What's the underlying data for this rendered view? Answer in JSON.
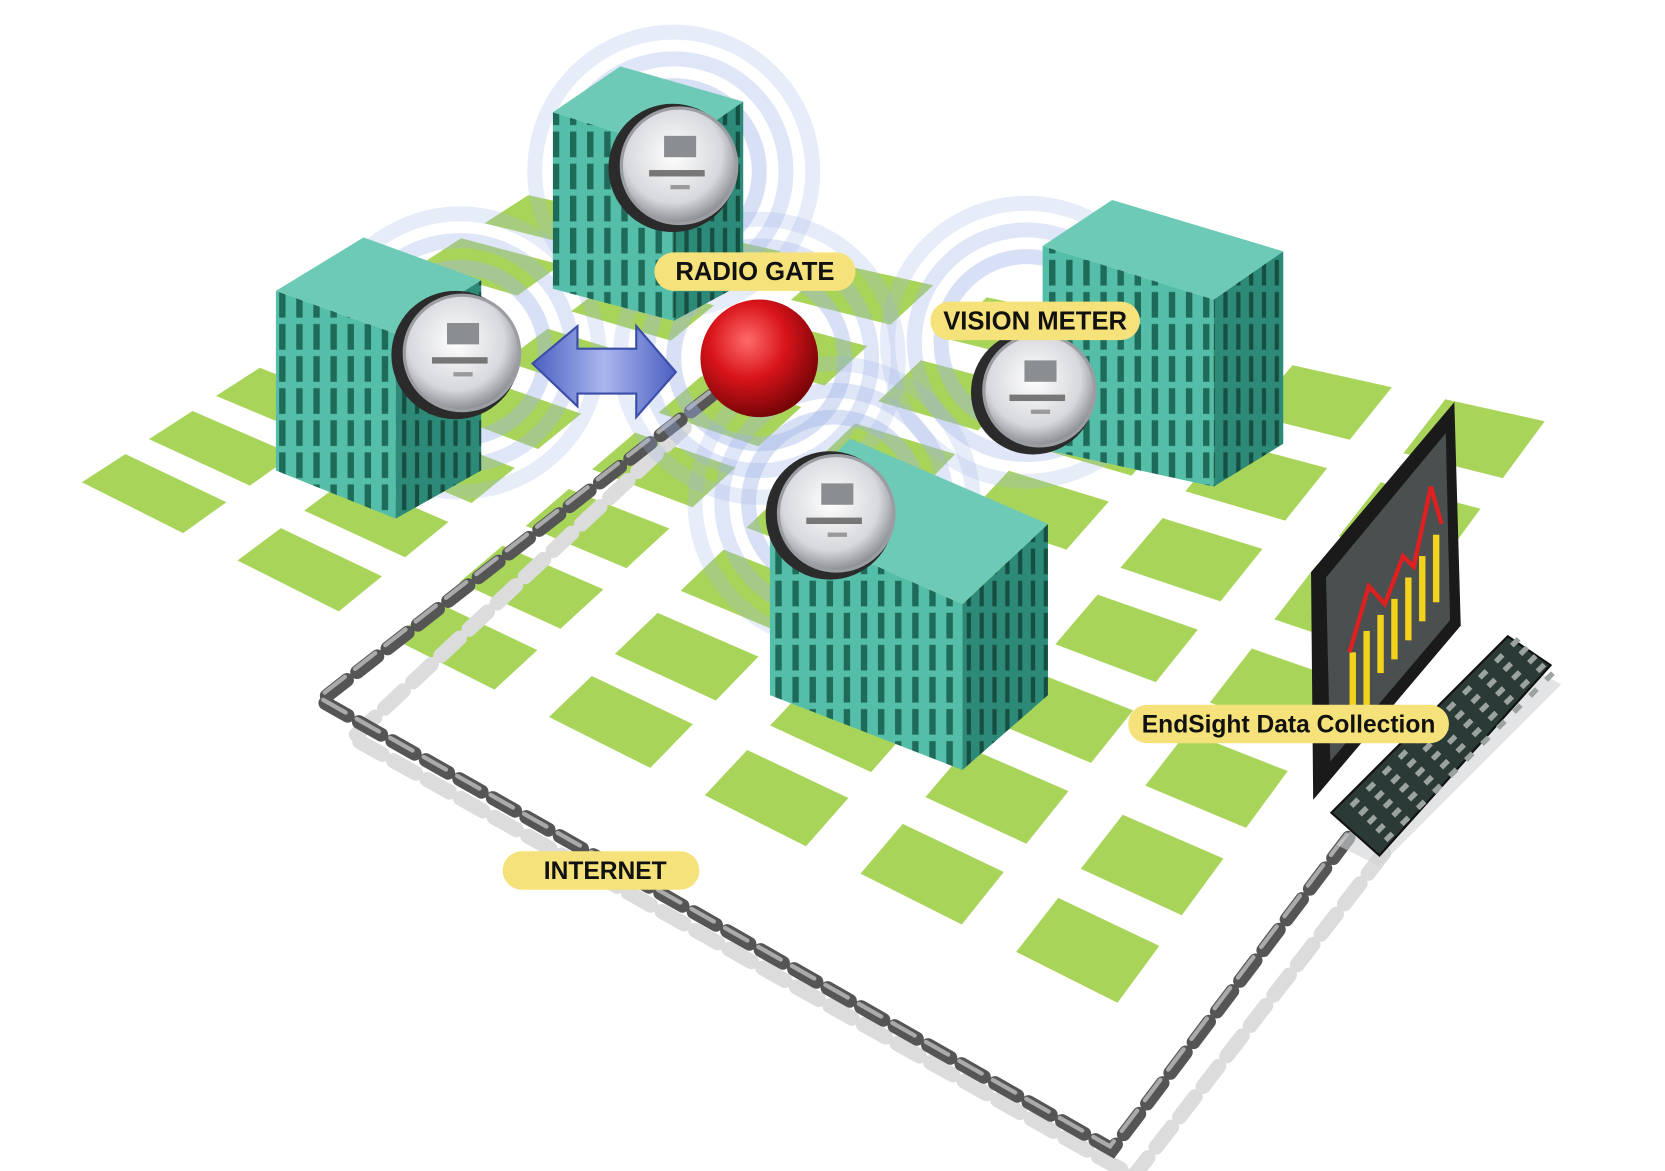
{
  "labels": {
    "radio_gate": "RADIO GATE",
    "vision_meter": "VISION METER",
    "endsight": "EndSight Data Collection",
    "internet": "INTERNET"
  },
  "colors": {
    "ground": "#a8d45a",
    "building_top": "#6ccab6",
    "building_front": "#4fb8a2",
    "building_side": "#2e8a78",
    "window": "#1f6b5a",
    "sphere": "#d8141a",
    "arrow": "#5a6fc8",
    "label_bg": "#f6e27a",
    "ring": "#9fb4e6"
  }
}
